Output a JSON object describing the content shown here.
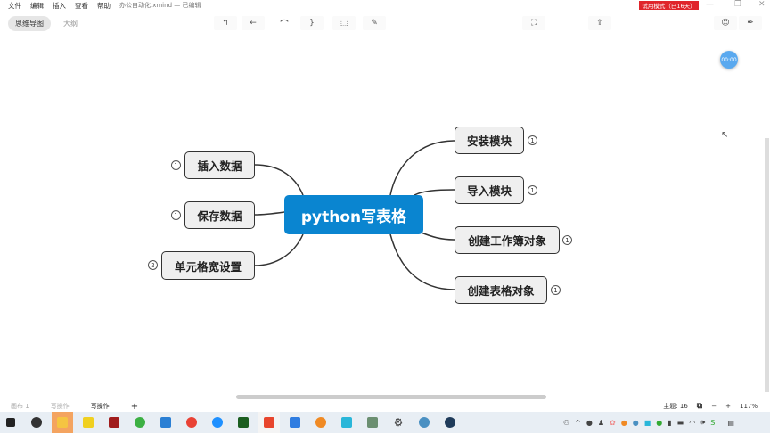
{
  "menu": {
    "items": [
      "文件",
      "编辑",
      "插入",
      "查看",
      "帮助"
    ],
    "file": "办公自动化.xmind — 已编辑"
  },
  "view_tabs": [
    "思维导图",
    "大纲"
  ],
  "trial_badge": "试用模式（已16天）",
  "timer": "00:00",
  "mindmap": {
    "central": "python写表格",
    "right": [
      {
        "label": "安装模块",
        "count": "1"
      },
      {
        "label": "导入模块",
        "count": "1"
      },
      {
        "label": "创建工作簿对象",
        "count": "1"
      },
      {
        "label": "创建表格对象",
        "count": "1"
      }
    ],
    "left": [
      {
        "label": "插入数据",
        "count": "1"
      },
      {
        "label": "保存数据",
        "count": "1"
      },
      {
        "label": "单元格宽设置",
        "count": "2"
      }
    ]
  },
  "sheets": [
    "画布 1",
    "写操作",
    "写操作"
  ],
  "add_sheet": "+",
  "status": {
    "topics": "主题: 16",
    "zoom_out": "−",
    "zoom_in": "+",
    "zoom": "117%"
  },
  "colors": {
    "central": "#0a85d0",
    "trial": "#e0252c"
  }
}
